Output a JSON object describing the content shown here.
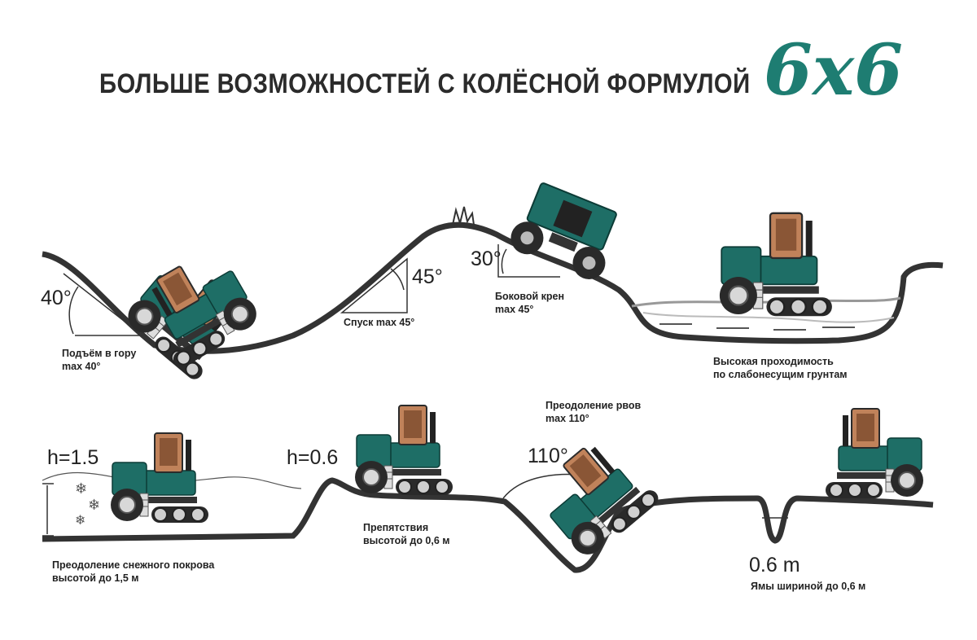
{
  "header": {
    "title": "БОЛЬШЕ ВОЗМОЖНОСТЕЙ С КОЛЁСНОЙ ФОРМУЛОЙ",
    "logo": "6x6"
  },
  "colors": {
    "body": "#1e6e66",
    "cab": "#c0825a",
    "ground": "#333333",
    "logo": "#1e7d72"
  },
  "scenes": {
    "climb": {
      "angle": "40°",
      "caption": [
        "Подъём в гору",
        "max 40°"
      ]
    },
    "descent": {
      "angle": "45°",
      "caption": [
        "Спуск max 45°"
      ]
    },
    "roll": {
      "angle": "30°",
      "caption": [
        "Боковой крен",
        "max 45°"
      ]
    },
    "soft": {
      "caption": [
        "Высокая проходимость",
        "по слабонесущим грунтам"
      ]
    },
    "snow": {
      "height": "h=1.5",
      "caption": [
        "Преодоление снежного покрова",
        "высотой до 1,5 м"
      ]
    },
    "obstacle": {
      "height": "h=0.6",
      "caption": [
        "Препятствия",
        "высотой до 0,6 м"
      ]
    },
    "ditch": {
      "angle": "110°",
      "caption": [
        "Преодоление рвов",
        "max 110°"
      ]
    },
    "pit": {
      "width": "0.6 m",
      "caption": [
        "Ямы шириной до 0,6 м"
      ]
    }
  }
}
